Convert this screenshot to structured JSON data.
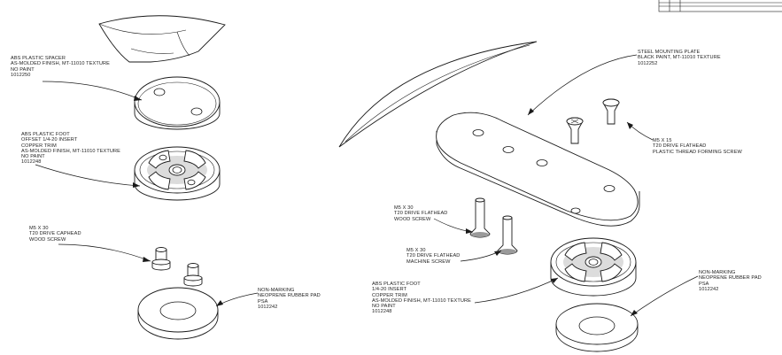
{
  "left_assembly": {
    "spacer": [
      "ABS PLASTIC SPACER",
      "AS-MOLDED FINISH, MT-11010 TEXTURE",
      "NO PAINT",
      "1012250"
    ],
    "foot": [
      "ABS PLASTIC FOOT",
      "OFFSET 1/4-20 INSERT",
      "COPPER TRIM",
      "AS-MOLDED FINISH, MT-11010 TEXTURE",
      "NO PAINT",
      "1012248"
    ],
    "screw": [
      "M5 X 30",
      "T20 DRIVE CAPHEAD",
      "WOOD SCREW"
    ],
    "pad": [
      "NON-MARKING",
      "NEOPRENE RUBBER PAD",
      "PSA",
      "1012242"
    ]
  },
  "right_assembly": {
    "plate": [
      "STEEL MOUNTING PLATE",
      "BLACK PAINT, MT-11010 TEXTURE",
      "1012252"
    ],
    "thread_screw": [
      "M5 X 15",
      "T20 DRIVE FLATHEAD",
      "PLASTIC THREAD FORMING SCREW"
    ],
    "wood_screw": [
      "M5 X 30",
      "T20 DRIVE FLATHEAD",
      "WOOD SCREW"
    ],
    "machine_screw": [
      "M5 X 30",
      "T20 DRIVE FLATHEAD",
      "MACHINE SCREW"
    ],
    "foot": [
      "ABS PLASTIC FOOT",
      "1/4-20 INSERT",
      "COPPER TRIM",
      "AS-MOLDED FINISH, MT-11010 TEXTURE",
      "NO PAINT",
      "1012248"
    ],
    "pad": [
      "NON-MARKING",
      "NEOPRENE RUBBER PAD",
      "PSA",
      "1012242"
    ]
  },
  "colors": {
    "line": "#1a1a1a",
    "text": "#222222",
    "shade": "#dcdcdc"
  }
}
